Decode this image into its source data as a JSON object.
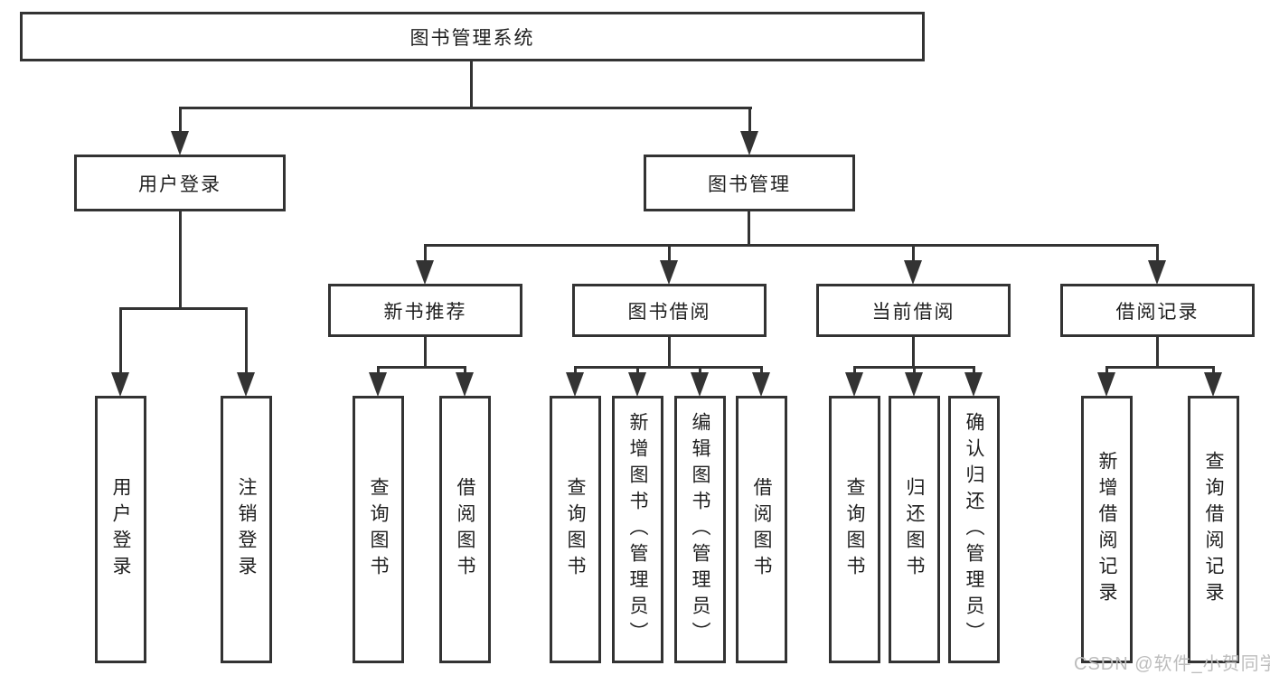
{
  "diagram": {
    "title": "图书管理系统",
    "watermark": "CSDN @软件_小贺同学",
    "colors": {
      "line": "#333333",
      "text": "#1f1f1f",
      "background": "#ffffff",
      "watermark": "#bdbdbd"
    },
    "nodes": {
      "root": "图书管理系统",
      "user_login": "用户登录",
      "book_mgmt": "图书管理",
      "new_book_rec": "新书推荐",
      "book_borrow": "图书借阅",
      "current_borrow": "当前借阅",
      "borrow_record": "借阅记录",
      "ul_user_login": "用户登录",
      "ul_logout": "注销登录",
      "nb_query_book": "查询图书",
      "nb_borrow_book": "借阅图书",
      "bb_query_book": "查询图书",
      "bb_add_book": "新增图书（管理员）",
      "bb_edit_book": "编辑图书（管理员）",
      "bb_borrow_book": "借阅图书",
      "cb_query_book": "查询图书",
      "cb_return_book": "归还图书",
      "cb_confirm_return": "确认归还（管理员）",
      "br_add_record": "新增借阅记录",
      "br_query_record": "查询借阅记录"
    },
    "hierarchy": {
      "图书管理系统": {
        "用户登录": [
          "用户登录",
          "注销登录"
        ],
        "图书管理": {
          "新书推荐": [
            "查询图书",
            "借阅图书"
          ],
          "图书借阅": [
            "查询图书",
            "新增图书（管理员）",
            "编辑图书（管理员）",
            "借阅图书"
          ],
          "当前借阅": [
            "查询图书",
            "归还图书",
            "确认归还（管理员）"
          ],
          "借阅记录": [
            "新增借阅记录",
            "查询借阅记录"
          ]
        }
      }
    }
  }
}
